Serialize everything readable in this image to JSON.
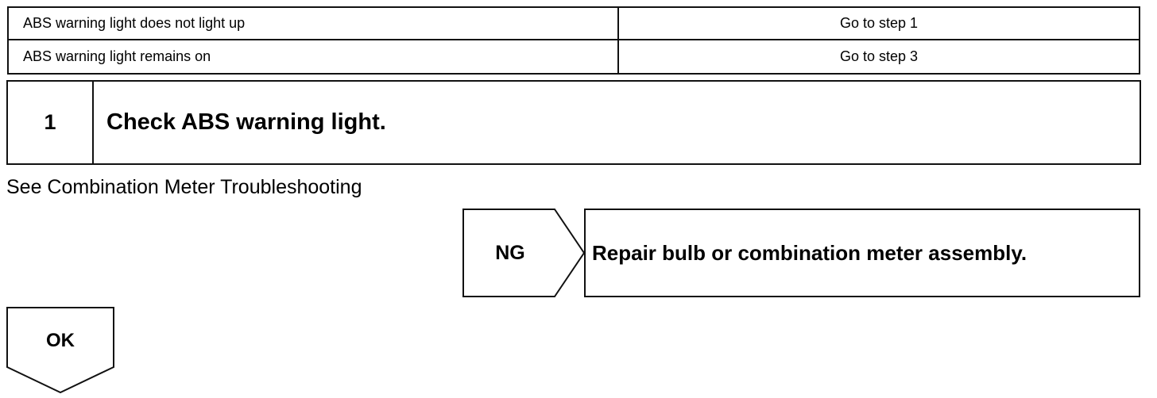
{
  "conditions": [
    {
      "condition": "ABS warning light does not light up",
      "action": "Go to step 1"
    },
    {
      "condition": "ABS warning light remains on",
      "action": "Go to step 3"
    }
  ],
  "step": {
    "number": "1",
    "title": "Check ABS warning light."
  },
  "note": "See Combination Meter Troubleshooting",
  "ng": {
    "label": "NG",
    "result": "Repair bulb or combination meter assembly."
  },
  "ok": {
    "label": "OK"
  }
}
